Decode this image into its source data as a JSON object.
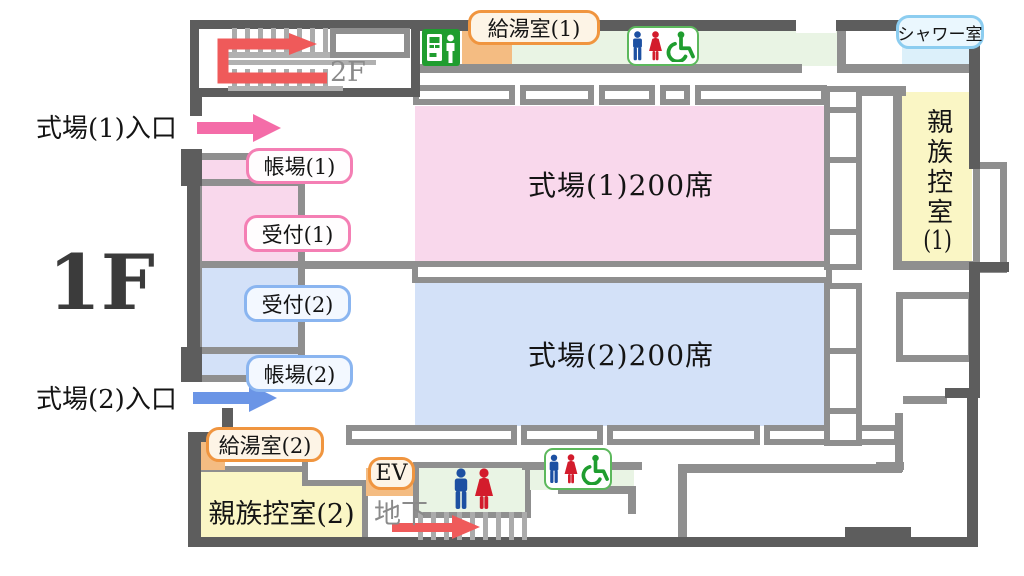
{
  "floor_plan": {
    "floor_label": "1F",
    "stairs_up_label": "2F",
    "stairs_down_label": "地下",
    "entrance1_label": "式場(1)入口",
    "entrance2_label": "式場(2)入口",
    "hall1_label": "式場(1)200席",
    "hall2_label": "式場(2)200席",
    "counter1_label": "帳場(1)",
    "reception1_label": "受付(1)",
    "reception2_label": "受付(2)",
    "counter2_label": "帳場(2)",
    "kitchenette1_label": "給湯室(1)",
    "kitchenette2_label": "給湯室(2)",
    "family_room1_label_main": "親族控室",
    "family_room1_label_num": "(1)",
    "family_room2_label": "親族控室(2)",
    "shower_label": "シャワー室",
    "elevator_label": "EV",
    "icons": [
      "vending-machine-icon",
      "male-icon",
      "female-icon",
      "wheelchair-icon",
      "stairs-up-arrow",
      "stairs-down-arrow",
      "entrance1-arrow",
      "entrance2-arrow"
    ],
    "colors": {
      "hall1_fill": "#f9d8ec",
      "hall2_fill": "#d3e1f8",
      "family_room_fill": "#faf6c5",
      "kitchenette_fill": "#f4bc82",
      "restroom_fill": "#e9f4e4",
      "shower_fill": "#dcf0fa",
      "wall_outer": "#5d5d5d",
      "wall_inner": "#8f8f8f",
      "arrow_pink": "#f46ca8",
      "arrow_blue": "#6b95e6",
      "arrow_red": "#ef5a5a",
      "pill_pink_border": "#f47fb4",
      "pill_blue_border": "#8ab5f0",
      "pill_orange_border": "#f0953f",
      "pill_sky_border": "#8ccdf0",
      "restroom_green": "#5cb85c",
      "male_blue": "#1d50a2",
      "female_red": "#d31c2c",
      "wheelchair_green": "#1f9d2f"
    }
  }
}
